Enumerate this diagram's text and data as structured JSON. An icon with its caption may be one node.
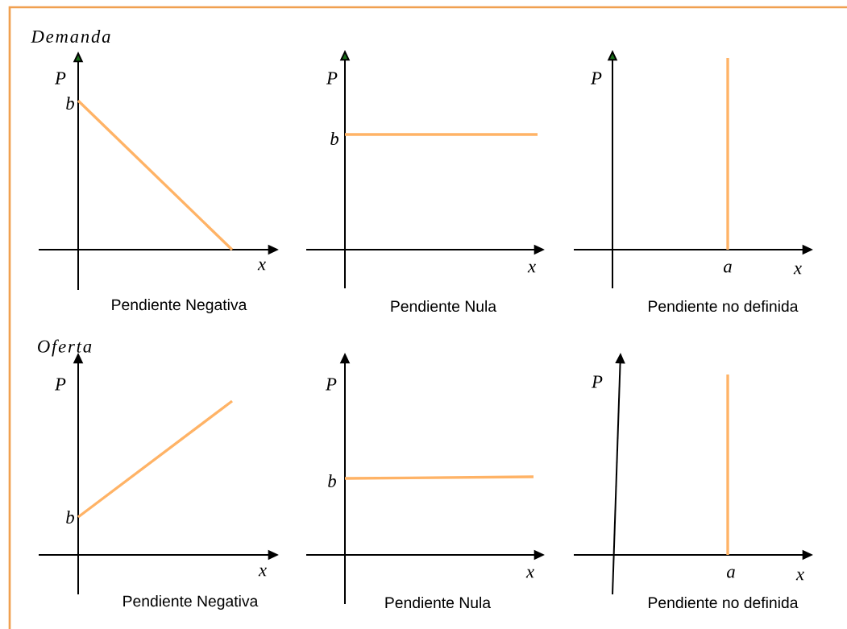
{
  "diagram": {
    "labels": [
      "Demanda",
      "P",
      "b",
      "x",
      "Pendiente Negativa",
      "P",
      "b",
      "x",
      "Pendiente Nula",
      "P",
      "a",
      "x",
      "Pendiente no definida",
      "Oferta",
      "P",
      "b",
      "x",
      "Pendiente Negativa",
      "P",
      "b",
      "x",
      "Pendiente Nula",
      "P",
      "a",
      "x",
      "Pendiente no definida"
    ]
  }
}
